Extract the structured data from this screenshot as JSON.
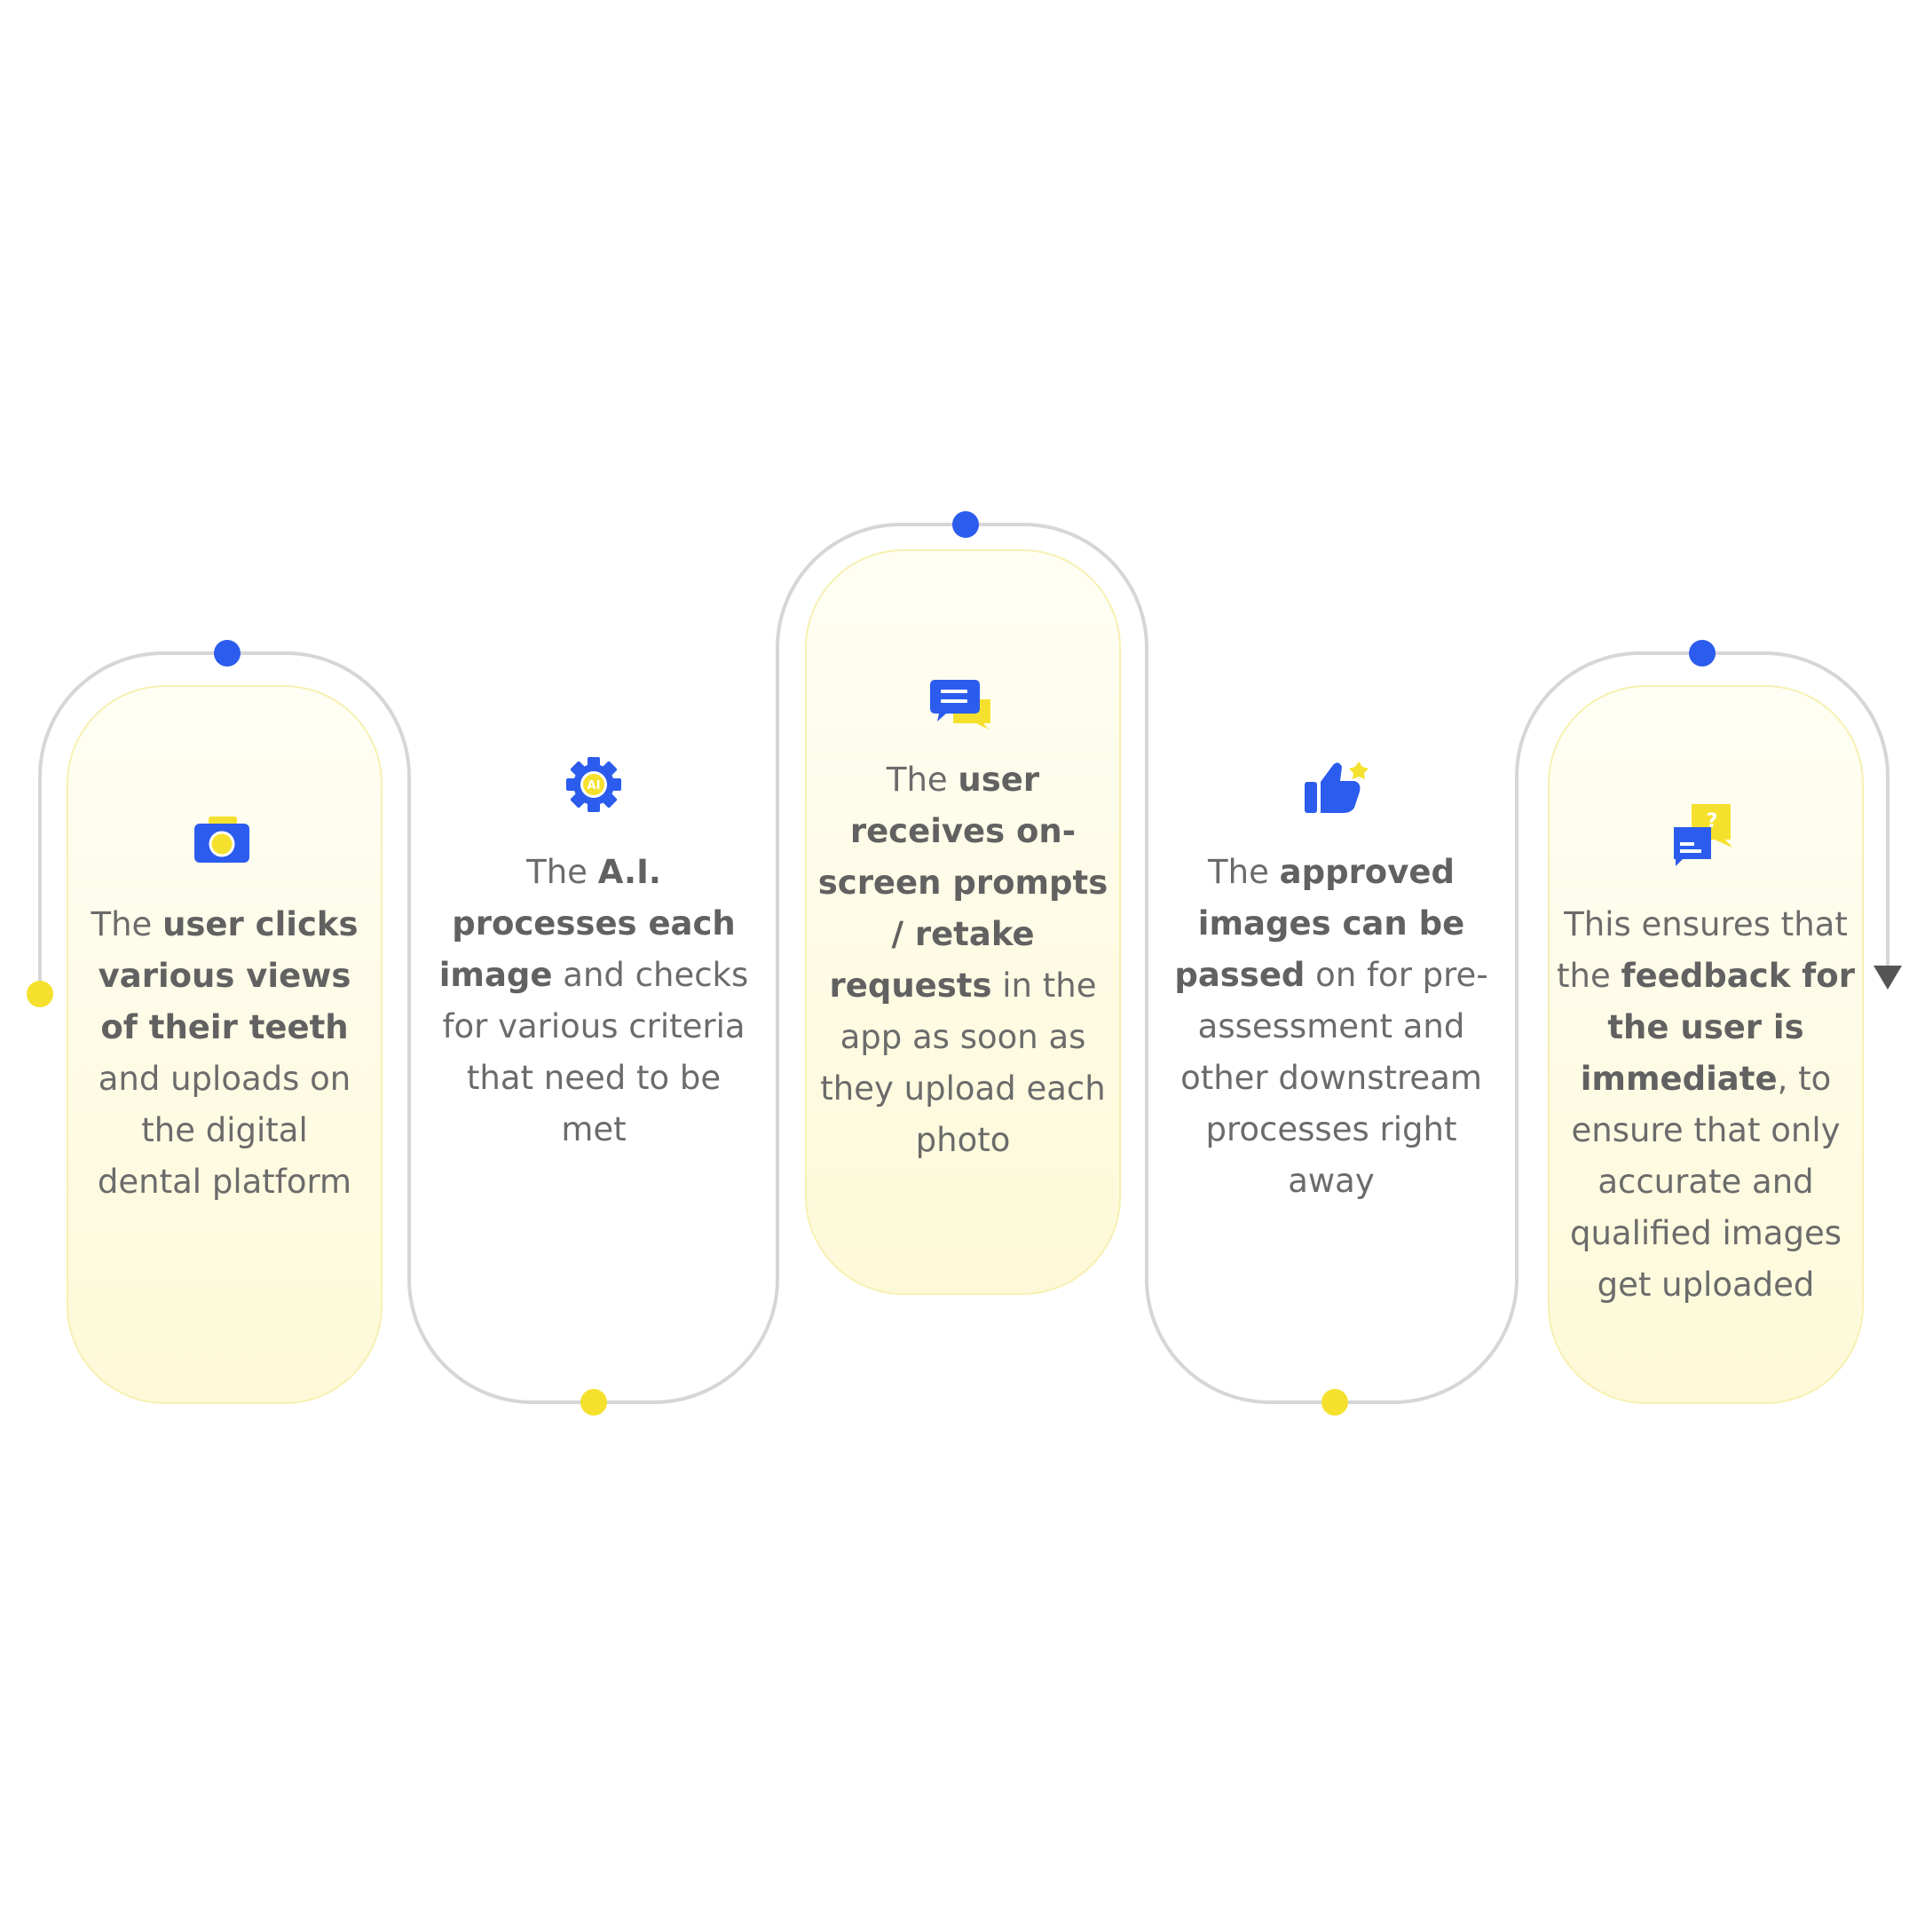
{
  "colors": {
    "connector": "#d6d6d6",
    "blue": "#2b5ced",
    "yellow": "#f5e12d",
    "card_top": "#fffef4",
    "card_bottom": "#fdf9d8",
    "card_border": "#f7f0b2",
    "text": "#6b6b6b",
    "arrow": "#555555"
  },
  "steps": [
    {
      "icon": "camera-icon",
      "highlighted": true,
      "text": [
        {
          "t": "The ",
          "b": false
        },
        {
          "t": "user clicks various views of their teeth",
          "b": true
        },
        {
          "t": " and uploads on the digital dental platform",
          "b": false
        }
      ]
    },
    {
      "icon": "ai-gear-icon",
      "icon_label": "AI",
      "highlighted": false,
      "text": [
        {
          "t": "The ",
          "b": false
        },
        {
          "t": "A.I. processes each image",
          "b": true
        },
        {
          "t": " and checks for various criteria that need to be met",
          "b": false
        }
      ]
    },
    {
      "icon": "chat-bubbles-icon",
      "highlighted": true,
      "text": [
        {
          "t": "The ",
          "b": false
        },
        {
          "t": "user receives on-screen prompts / retake requests",
          "b": true
        },
        {
          "t": " in the app as soon as they upload each photo",
          "b": false
        }
      ]
    },
    {
      "icon": "thumbs-up-icon",
      "highlighted": false,
      "text": [
        {
          "t": "The ",
          "b": false
        },
        {
          "t": "approved images can be passed",
          "b": true
        },
        {
          "t": " on for pre-assessment and other downstream processes right away",
          "b": false
        }
      ]
    },
    {
      "icon": "question-chat-icon",
      "icon_label": "?",
      "highlighted": true,
      "text": [
        {
          "t": "This ensures that the ",
          "b": false
        },
        {
          "t": "feedback for the user is immediate",
          "b": true
        },
        {
          "t": ", to ensure that only accurate and qualified images get uploaded",
          "b": false
        }
      ]
    }
  ]
}
